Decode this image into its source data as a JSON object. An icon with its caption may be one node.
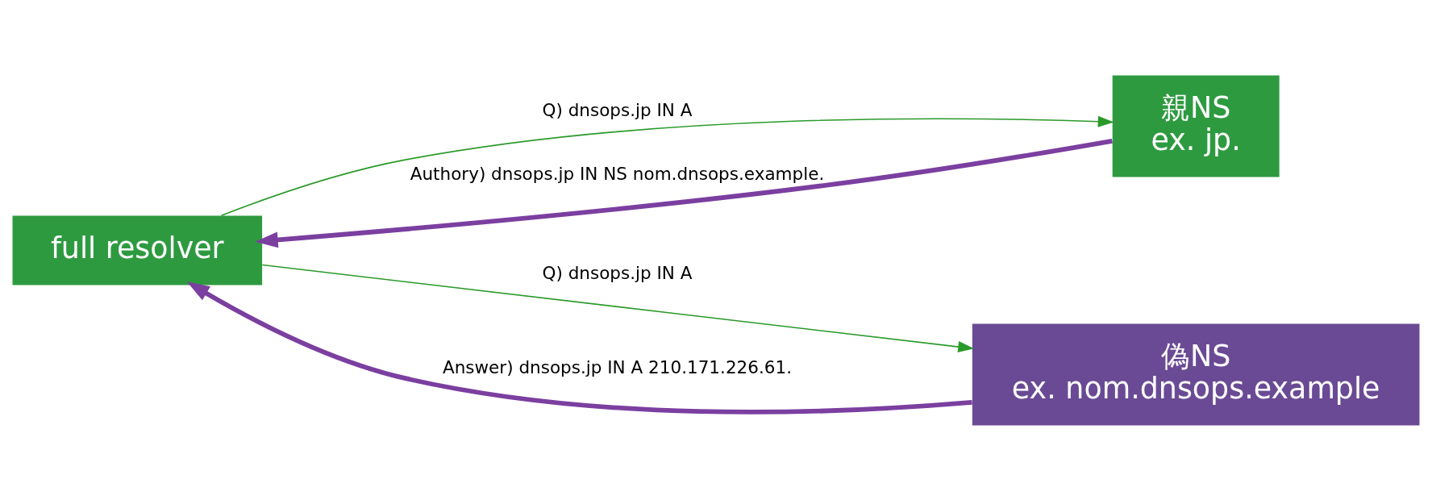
{
  "diagram": {
    "nodes": [
      {
        "text": [
          "full resolver"
        ]
      },
      {
        "text": [
          "親NS",
          "ex. jp."
        ]
      },
      {
        "text": [
          "偽NS",
          "ex. nom.dnsops.example"
        ]
      }
    ],
    "edges": [
      {
        "from": 0,
        "to": 1,
        "arrow": "to",
        "label": "Q) dnsops.jp IN A",
        "color": "#2a9a2a"
      },
      {
        "from": 1,
        "to": 0,
        "arrow": "to",
        "label": "Authory) dnsops.jp IN NS nom.dnsops.example.",
        "style": "thick",
        "color": "#7b3fa0"
      },
      {
        "from": 0,
        "to": 2,
        "arrow": "to",
        "label": "Q) dnsops.jp IN A",
        "color": "#2a9a2a"
      },
      {
        "from": 2,
        "to": 0,
        "arrow": "to",
        "label": "Answer) dnsops.jp IN A 210.171.226.61.",
        "style": "thick",
        "color": "#7b3fa0"
      }
    ]
  }
}
